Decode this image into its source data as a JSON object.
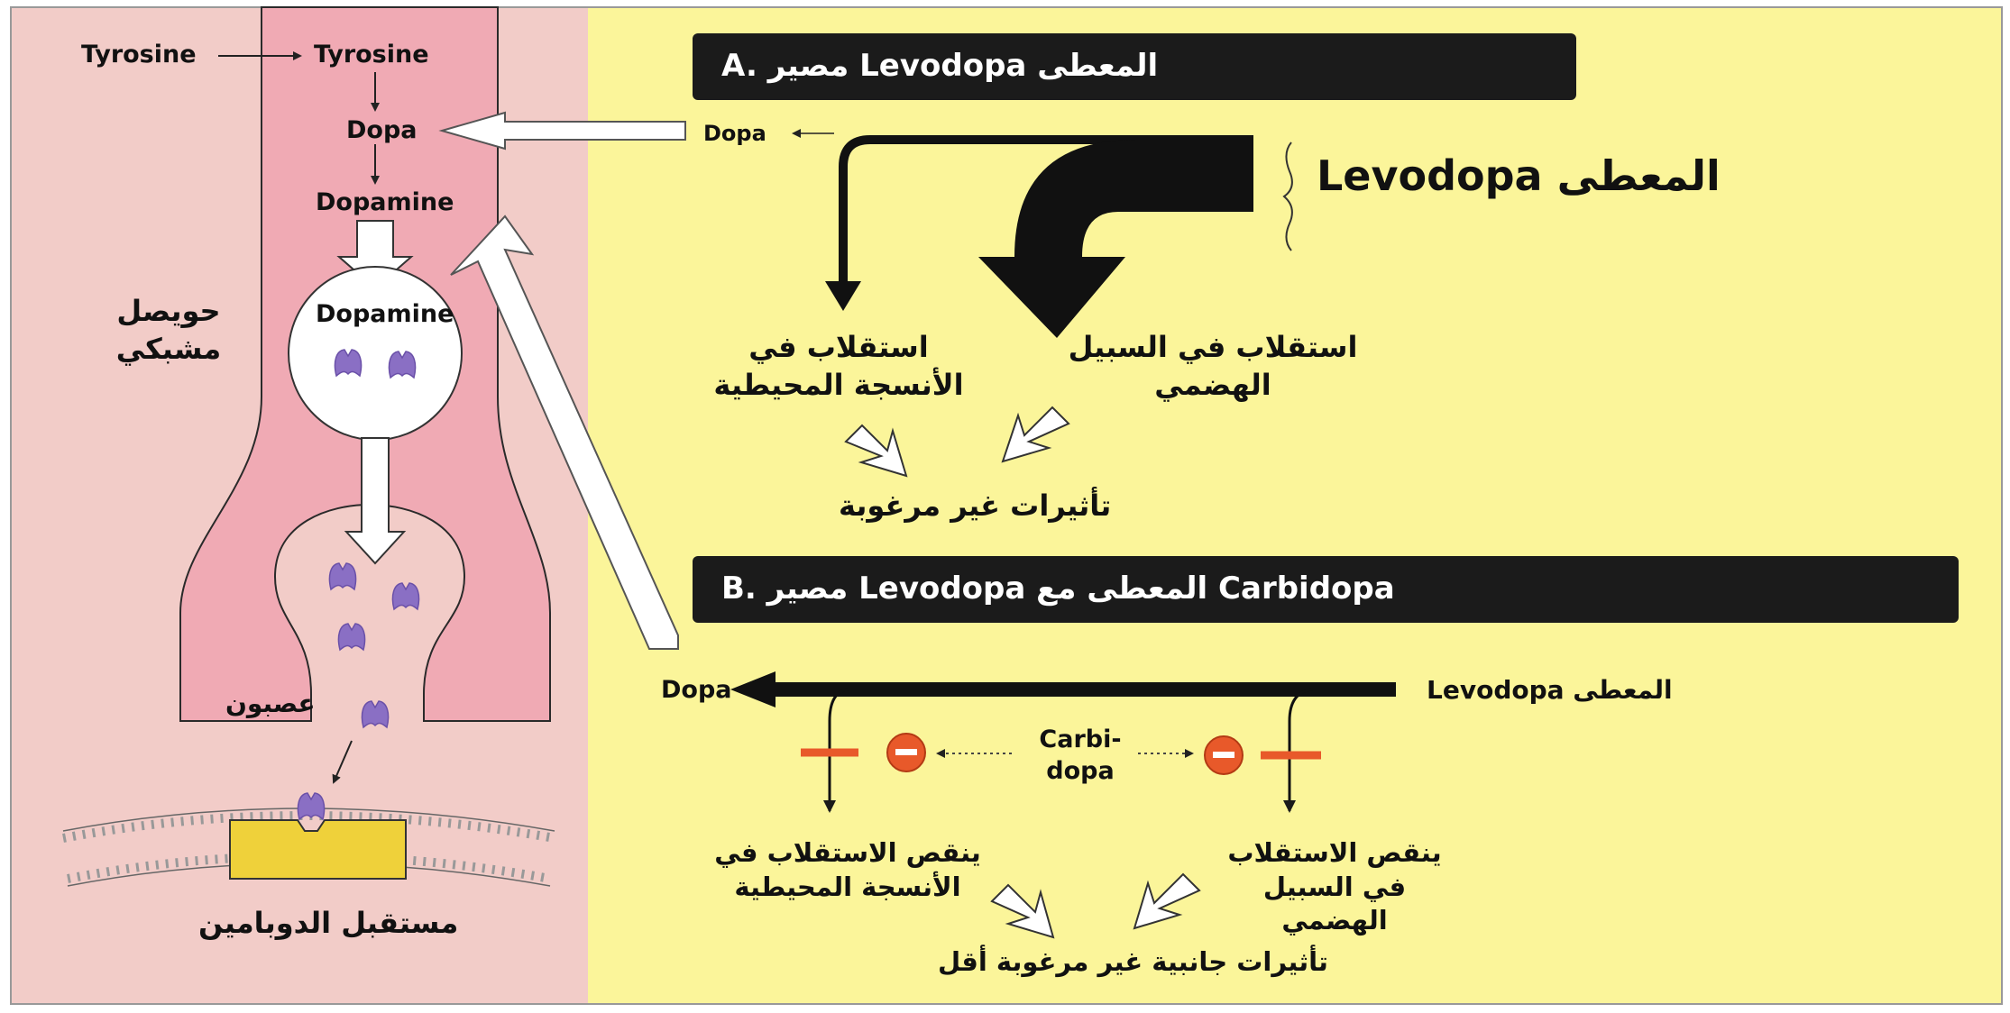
{
  "left_panel": {
    "tyrosine_outside": "Tyrosine",
    "tyrosine_inside": "Tyrosine",
    "dopa": "Dopa",
    "dopamine": "Dopamine",
    "vesicle_dopamine": "Dopamine",
    "synaptic_vesicle": "حويصل مشبكي",
    "neuron": "عصبون",
    "dopamine_receptor": "مستقبل الدوبامين"
  },
  "section_a": {
    "title": "A.  مصير Levodopa المعطى",
    "dopa": "Dopa",
    "levodopa_given": "Levodopa المعطى",
    "metabolism_peripheral": "استقلاب في الأنسجة المحيطية",
    "metabolism_gi": "استقلاب في السبيل الهضمي",
    "adverse_effects": "تأثيرات غير مرغوبة"
  },
  "section_b": {
    "title": "B.  مصير Levodopa المعطى مع Carbidopa",
    "dopa": "Dopa",
    "levodopa_given": "Levodopa المعطى",
    "carbidopa": "Carbi- dopa",
    "reduced_peripheral": "ينقص الاستقلاب في الأنسجة المحيطية",
    "reduced_gi": "ينقص الاستقلاب في السبيل الهضمي",
    "fewer_side_effects": "تأثيرات جانبية غير مرغوبة أقل"
  },
  "colors": {
    "left_bg": "#f2ccc8",
    "neuron_fill": "#f0aab4",
    "right_bg": "#fbf59a",
    "title_bar": "#1b1b1b",
    "dopamine_molecule": "#8a6fc4",
    "receptor": "#efd13a",
    "inhibit": "#e8592a"
  }
}
